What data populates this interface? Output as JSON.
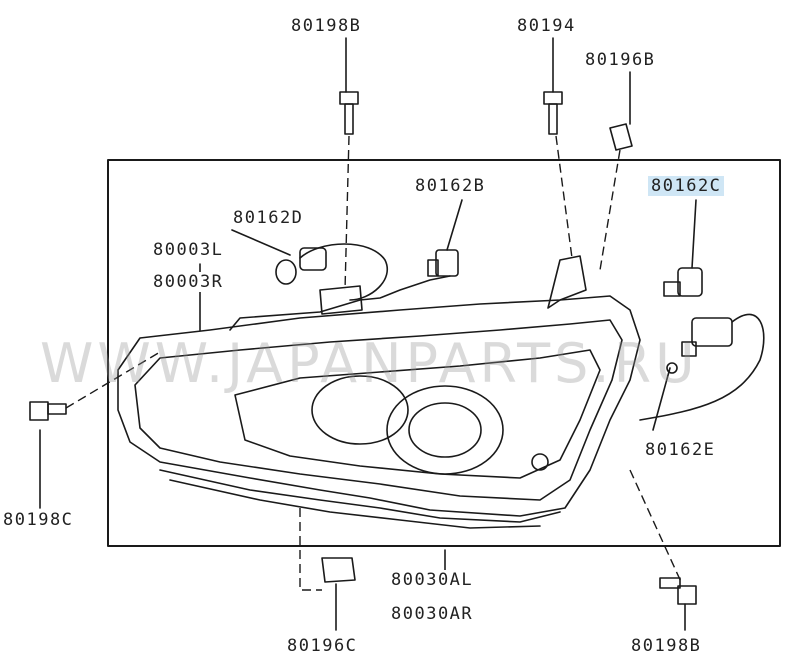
{
  "labels": {
    "p80198B_top": "80198B",
    "p80194": "80194",
    "p80196B": "80196B",
    "p80162B": "80162B",
    "p80162C": "80162C",
    "p80162D": "80162D",
    "p80003L": "80003L",
    "p80003R": "80003R",
    "p80198C": "80198C",
    "p80162E": "80162E",
    "p80030AL": "80030AL",
    "p80030AR": "80030AR",
    "p80196C": "80196C",
    "p80198B_bottom": "80198B"
  },
  "watermark": "WWW.JAPANPARTS.RU",
  "colors": {
    "line": "#1a1a1a",
    "highlight": "#cfe6f5",
    "watermark": "#969696"
  }
}
